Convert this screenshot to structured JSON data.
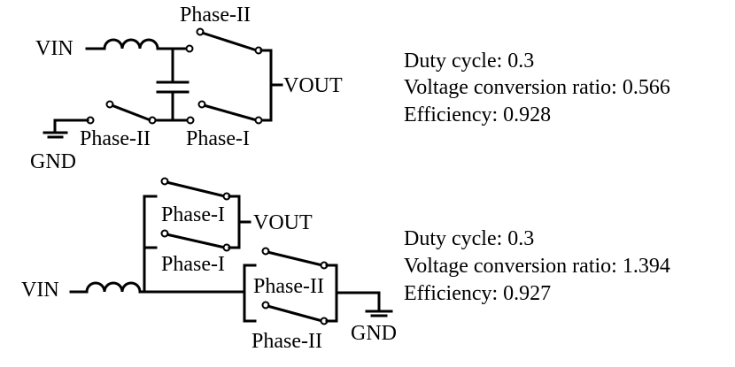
{
  "circuits": [
    {
      "labels": {
        "vin": "VIN",
        "vout": "VOUT",
        "gnd": "GND",
        "switch_top": "Phase-II",
        "switch_bottom_left": "Phase-II",
        "switch_bottom_right": "Phase-I"
      },
      "metrics": {
        "duty_cycle": "Duty cycle: 0.3",
        "voltage_ratio": "Voltage conversion ratio: 0.566",
        "efficiency": "Efficiency: 0.928"
      }
    },
    {
      "labels": {
        "vin": "VIN",
        "vout": "VOUT",
        "gnd": "GND",
        "switch_a_top": "Phase-I",
        "switch_a_bottom": "Phase-I",
        "switch_b_top": "Phase-II",
        "switch_b_bottom": "Phase-II"
      },
      "metrics": {
        "duty_cycle": "Duty cycle: 0.3",
        "voltage_ratio": "Voltage conversion ratio: 1.394",
        "efficiency": "Efficiency: 0.927"
      }
    }
  ]
}
